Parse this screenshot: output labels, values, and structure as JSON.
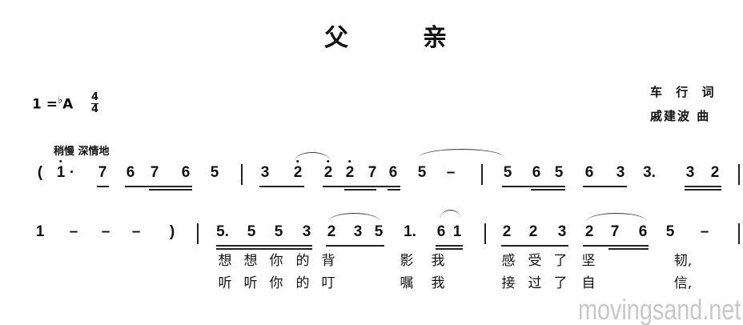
{
  "title": [
    "父",
    "亲"
  ],
  "credits": {
    "lyricist": "车 行 词",
    "composer": "戚建波 曲"
  },
  "key": {
    "prefix": "1 =",
    "flat": "♭",
    "note": "A",
    "time_top": "4",
    "time_bottom": "4"
  },
  "tempo": "稍慢  深情地",
  "line1": [
    "(",
    "1",
    "·",
    "7",
    "6",
    "7",
    "6",
    "5",
    "3",
    "2",
    "2",
    "2",
    "7",
    "6",
    "5",
    "–",
    "5",
    "6",
    "5",
    "6",
    "3",
    "3.",
    "3",
    "2"
  ],
  "line2": [
    "1",
    "–",
    "–",
    "–",
    ")",
    "5.",
    "5",
    "5",
    "3",
    "2",
    "3",
    "5",
    "1.",
    "6",
    "1",
    "2",
    "2",
    "3",
    "2",
    "7",
    "6",
    "5",
    "–"
  ],
  "lyrics1": [
    "想",
    "想",
    "你",
    "的",
    "背",
    "影",
    "我",
    "感",
    "受",
    "了",
    "坚",
    "韧,"
  ],
  "lyrics2": [
    "听",
    "听",
    "你",
    "的",
    "叮",
    "嘱",
    "我",
    "接",
    "过",
    "了",
    "自",
    "信,"
  ],
  "watermark": "movingsand.net"
}
